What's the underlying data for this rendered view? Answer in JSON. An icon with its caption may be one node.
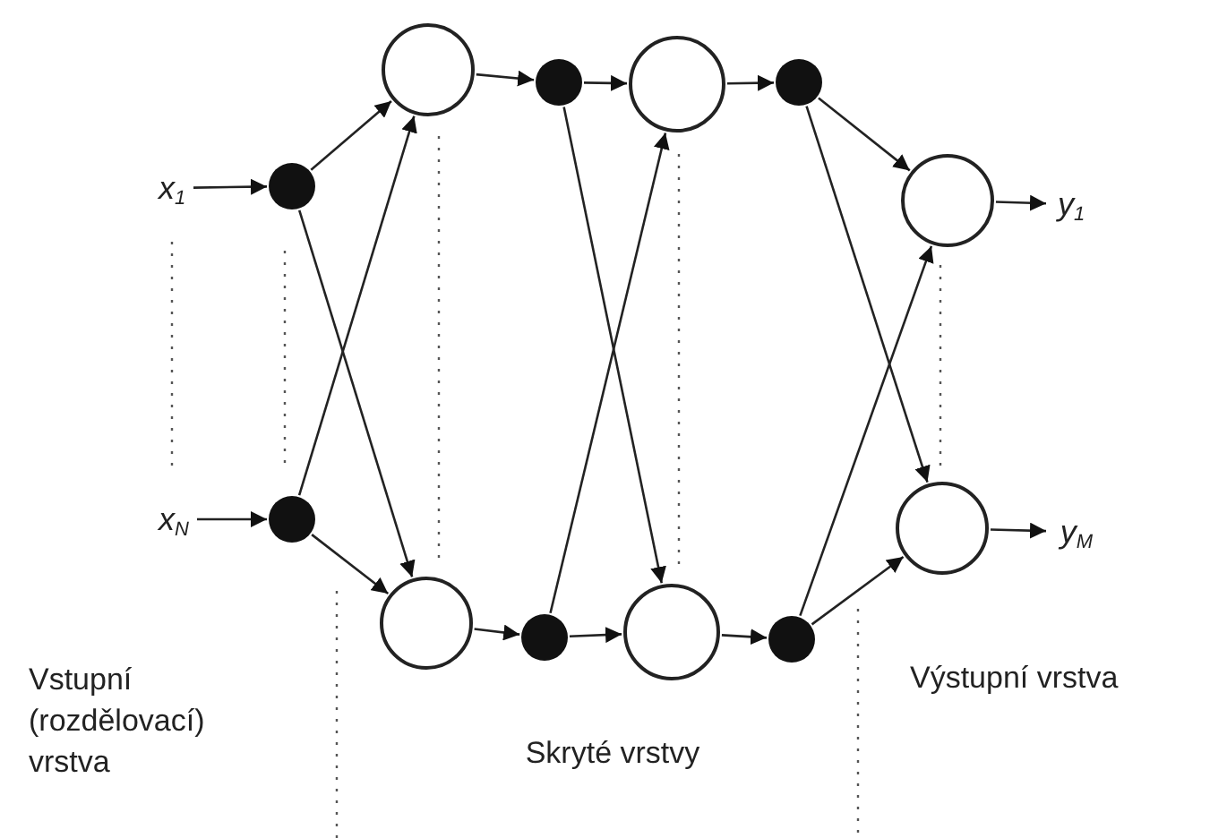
{
  "diagram": {
    "nodes": [
      {
        "text": [
          "x$_{1}$"
        ]
      },
      {
        "text": [
          "x$_{N}$"
        ]
      },
      {
        "text": [],
        "shape": "dot"
      },
      {
        "text": [],
        "shape": "dot"
      },
      {
        "text": [],
        "shape": "circle"
      },
      {
        "text": [],
        "shape": "circle"
      },
      {
        "text": [],
        "shape": "dot"
      },
      {
        "text": [],
        "shape": "dot"
      },
      {
        "text": [],
        "shape": "circle"
      },
      {
        "text": [],
        "shape": "circle"
      },
      {
        "text": [],
        "shape": "dot"
      },
      {
        "text": [],
        "shape": "dot"
      },
      {
        "text": [],
        "shape": "circle"
      },
      {
        "text": [],
        "shape": "circle"
      },
      {
        "text": [
          "y$_{1}$"
        ]
      },
      {
        "text": [
          "y$_{M}$"
        ]
      }
    ],
    "edges": [
      {
        "from": 0,
        "to": 2,
        "arrow": "to"
      },
      {
        "from": 1,
        "to": 3,
        "arrow": "to"
      },
      {
        "from": 2,
        "to": 4,
        "arrow": "to"
      },
      {
        "from": 2,
        "to": 5,
        "arrow": "to"
      },
      {
        "from": 3,
        "to": 4,
        "arrow": "to"
      },
      {
        "from": 3,
        "to": 5,
        "arrow": "to"
      },
      {
        "from": 4,
        "to": 6,
        "arrow": "to"
      },
      {
        "from": 5,
        "to": 7,
        "arrow": "to"
      },
      {
        "from": 6,
        "to": 8,
        "arrow": "to"
      },
      {
        "from": 6,
        "to": 9,
        "arrow": "to"
      },
      {
        "from": 7,
        "to": 8,
        "arrow": "to"
      },
      {
        "from": 7,
        "to": 9,
        "arrow": "to"
      },
      {
        "from": 8,
        "to": 10,
        "arrow": "to"
      },
      {
        "from": 9,
        "to": 11,
        "arrow": "to"
      },
      {
        "from": 10,
        "to": 12,
        "arrow": "to"
      },
      {
        "from": 10,
        "to": 13,
        "arrow": "to"
      },
      {
        "from": 11,
        "to": 12,
        "arrow": "to"
      },
      {
        "from": 11,
        "to": 13,
        "arrow": "to"
      },
      {
        "from": 12,
        "to": 14,
        "arrow": "to"
      },
      {
        "from": 13,
        "to": 15,
        "arrow": "to"
      }
    ],
    "labels": [
      "Vstupní (rozdělovací) vrstva",
      "Skryté vrstvy",
      "Výstupní vrstva"
    ]
  }
}
